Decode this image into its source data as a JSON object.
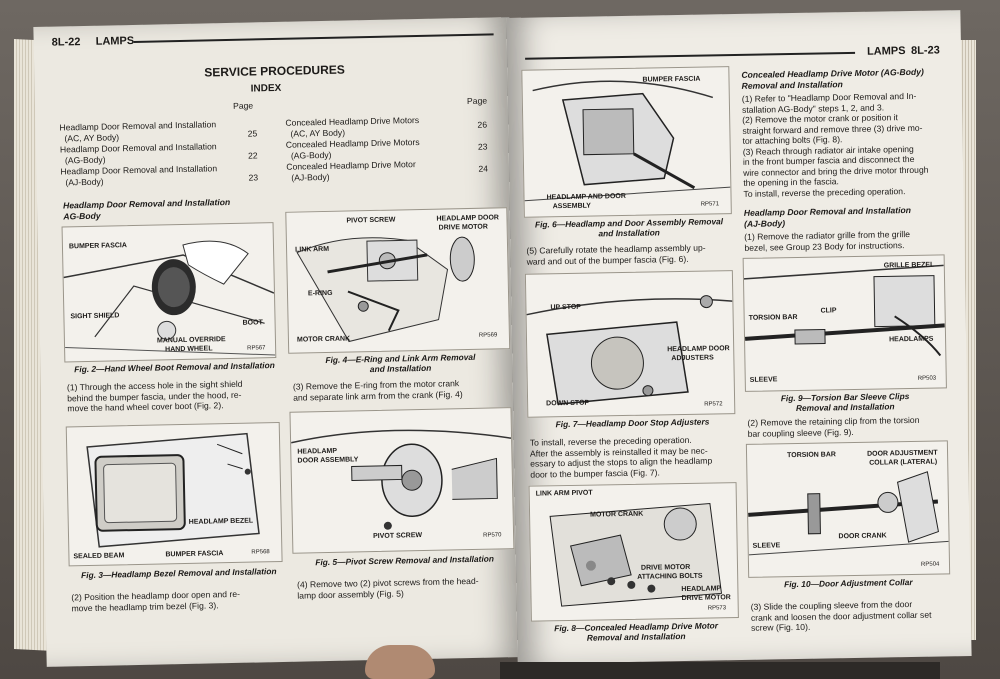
{
  "left": {
    "page_num": "8L-22",
    "section": "LAMPS",
    "heading": "SERVICE PROCEDURES",
    "index_title": "INDEX",
    "page_label": "Page",
    "index_left": [
      {
        "text": "Headlamp Door Removal and Installation",
        "sub": "(AC, AY Body)",
        "page": "25"
      },
      {
        "text": "Headlamp Door Removal and Installation",
        "sub": "(AG-Body)",
        "page": "22"
      },
      {
        "text": "Headlamp Door Removal and Installation",
        "sub": "(AJ-Body)",
        "page": "23"
      }
    ],
    "index_right": [
      {
        "text": "Concealed Headlamp Drive Motors",
        "sub": "(AC, AY Body)",
        "page": "26"
      },
      {
        "text": "Concealed Headlamp Drive Motors",
        "sub": "(AG-Body)",
        "page": "23"
      },
      {
        "text": "Concealed Headlamp Drive Motor",
        "sub": "(AJ-Body)",
        "page": "24"
      }
    ],
    "sub_heading_1": "Headlamp Door Removal and Installation",
    "sub_heading_2": "AG-Body",
    "fig2": {
      "labels": [
        "BUMPER FASCIA",
        "SIGHT SHIELD",
        "BOOT",
        "MANUAL OVERRIDE",
        "HAND WHEEL"
      ],
      "rp": "RP567",
      "caption": "Fig. 2—Hand Wheel Boot Removal and Installation"
    },
    "fig4": {
      "labels": [
        "PIVOT SCREW",
        "HEADLAMP DOOR",
        "DRIVE MOTOR",
        "LINK ARM",
        "E-RING",
        "MOTOR CRANK"
      ],
      "rp": "RP569",
      "caption_1": "Fig. 4—E-Ring and Link Arm Removal",
      "caption_2": "and Installation"
    },
    "para1": [
      "(1) Through the access hole in the sight shield",
      "behind the bumper fascia, under the hood, re-",
      "move the hand wheel cover boot (Fig. 2)."
    ],
    "para3": [
      "(3) Remove the E-ring from the motor crank",
      "and separate link arm from the crank (Fig. 4)"
    ],
    "fig3": {
      "labels": [
        "HEADLAMP BEZEL",
        "SEALED BEAM",
        "BUMPER FASCIA"
      ],
      "rp": "RP568",
      "caption": "Fig. 3—Headlamp Bezel Removal and Installation"
    },
    "fig5": {
      "labels": [
        "HEADLAMP",
        "DOOR ASSEMBLY",
        "PIVOT SCREW"
      ],
      "rp": "RP570",
      "caption": "Fig. 5—Pivot Screw Removal and Installation"
    },
    "para2": [
      "(2) Position the headlamp door open and re-",
      "move the headlamp trim bezel (Fig. 3)."
    ],
    "para4": [
      "(4) Remove two (2) pivot screws from the head-",
      "lamp door assembly (Fig. 5)"
    ]
  },
  "right": {
    "page_num": "8L-23",
    "section": "LAMPS",
    "fig6": {
      "labels": [
        "BUMPER FASCIA",
        "HEADLAMP AND DOOR",
        "ASSEMBLY"
      ],
      "rp": "RP571",
      "caption_1": "Fig. 6—Headlamp and Door Assembly Removal",
      "caption_2": "and Installation"
    },
    "para5": [
      "(5) Carefully rotate the headlamp assembly up-",
      "ward and out of the bumper fascia (Fig. 6)."
    ],
    "fig7": {
      "labels": [
        "UP STOP",
        "HEADLAMP DOOR",
        "ADJUSTERS",
        "DOWN STOP"
      ],
      "rp": "RP572",
      "caption": "Fig. 7—Headlamp Door Stop Adjusters"
    },
    "para_install": [
      "To install, reverse the preceding operation.",
      "After the assembly is reinstalled it may be nec-",
      "essary to adjust the stops to align the headlamp",
      "door to the bumper fascia (Fig. 7)."
    ],
    "fig8": {
      "labels": [
        "LINK ARM PIVOT",
        "MOTOR CRANK",
        "DRIVE MOTOR",
        "ATTACHING BOLTS",
        "HEADLAMP",
        "DRIVE MOTOR"
      ],
      "rp": "RP573",
      "caption_1": "Fig. 8—Concealed Headlamp Drive Motor",
      "caption_2": "Removal and Installation"
    },
    "motor_heading_1": "Concealed Headlamp Drive Motor (AG-Body)",
    "motor_heading_2": "Removal and Installation",
    "motor_steps": [
      "(1) Refer to \"Headlamp Door Removal and In-",
      "stallation AG-Body\" steps 1, 2, and 3.",
      "(2) Remove the motor crank or position it",
      "straight forward and remove three (3) drive mo-",
      "tor attaching bolts (Fig. 8).",
      "(3) Reach through radiator air intake opening",
      "in the front bumper fascia and disconnect the",
      "wire connector and bring the drive motor through",
      "the opening in the fascia.",
      "To install, reverse the preceding operation."
    ],
    "aj_heading_1": "Headlamp Door Removal and Installation",
    "aj_heading_2": "(AJ-Body)",
    "aj_step1": [
      "(1) Remove the radiator grille from the grille",
      "bezel, see Group 23 Body for instructions."
    ],
    "fig9": {
      "labels": [
        "GRILLE BEZEL",
        "TORSION BAR",
        "CLIP",
        "HEADLAMPS",
        "SLEEVE"
      ],
      "rp": "RP503",
      "caption_1": "Fig. 9—Torsion Bar Sleeve Clips",
      "caption_2": "Removal and Installation"
    },
    "aj_step2": [
      "(2) Remove the retaining clip from the torsion",
      "bar coupling sleeve (Fig. 9)."
    ],
    "fig10": {
      "labels": [
        "TORSION BAR",
        "DOOR ADJUSTMENT",
        "COLLAR (LATERAL)",
        "SLEEVE",
        "DOOR CRANK"
      ],
      "rp": "RP504",
      "caption": "Fig. 10—Door Adjustment Collar"
    },
    "aj_step3": [
      "(3) Slide the coupling sleeve from the door",
      "crank and loosen the door adjustment collar set",
      "screw (Fig. 10)."
    ]
  }
}
